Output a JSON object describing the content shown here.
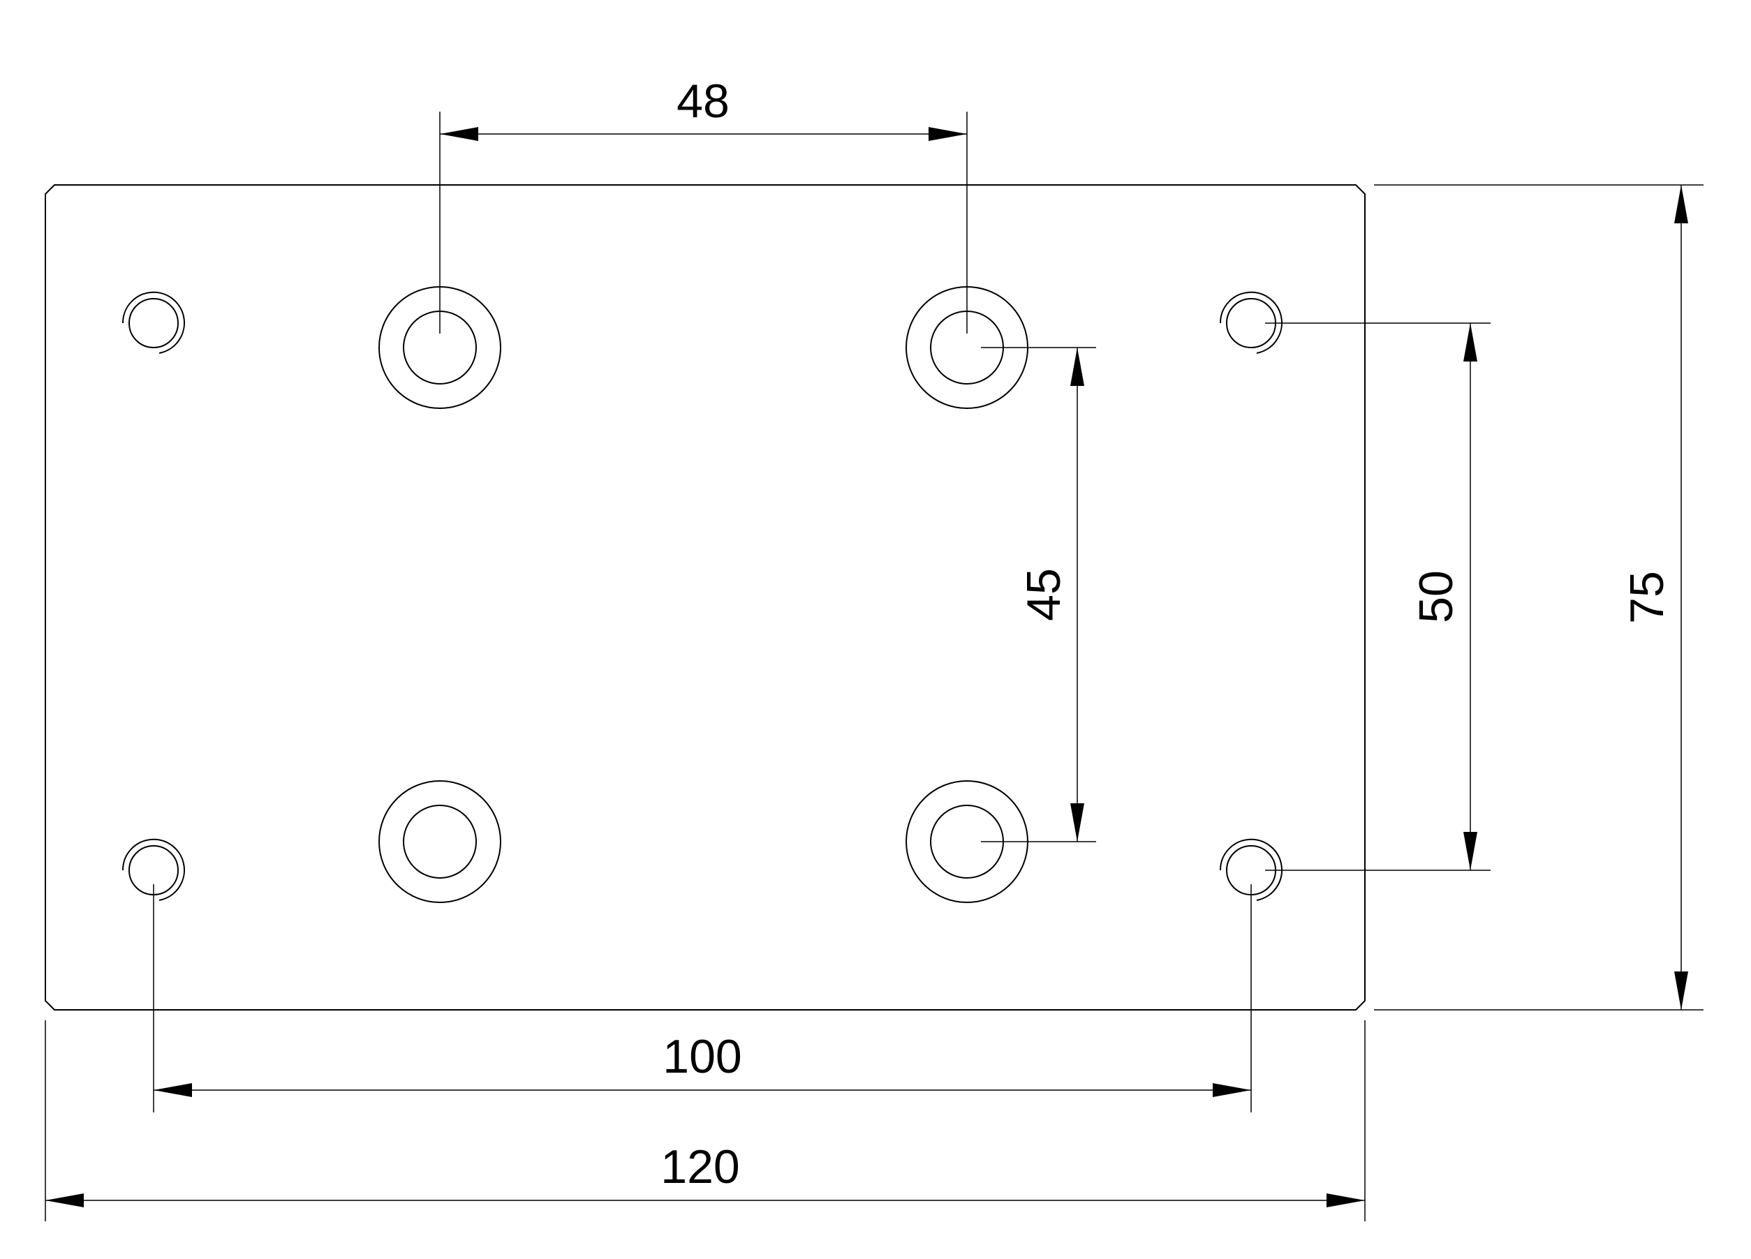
{
  "drawing": {
    "type": "technical-drawing",
    "subject": "mounting plate with hole pattern",
    "colors": {
      "line": "#000000",
      "background": "#ffffff"
    }
  },
  "dimensions": {
    "overall_width": "120",
    "overall_height": "75",
    "small_hole_spacing_x": "100",
    "small_hole_spacing_y": "50",
    "large_hole_spacing_x": "48",
    "large_hole_spacing_y": "45"
  }
}
